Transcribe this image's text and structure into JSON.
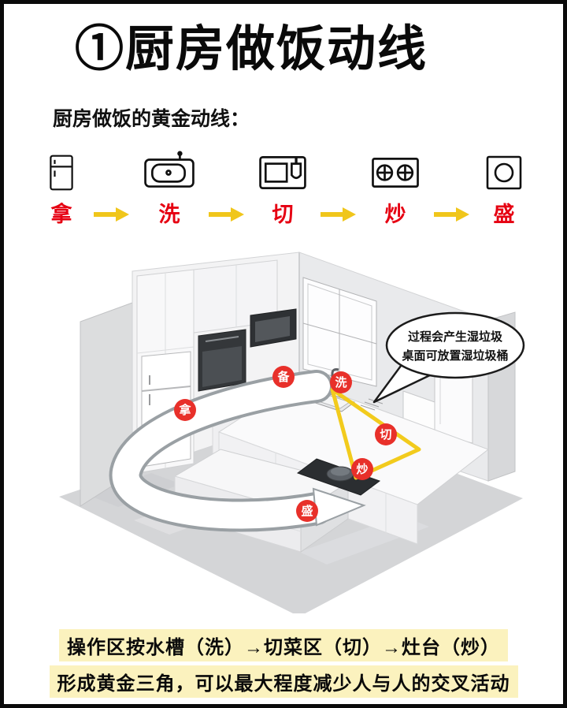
{
  "page": {
    "title": "①厨房做饭动线",
    "subtitle": "厨房做饭的黄金动线："
  },
  "workflow": {
    "steps": [
      {
        "label": "拿",
        "icon": "fridge-icon"
      },
      {
        "label": "洗",
        "icon": "sink-icon"
      },
      {
        "label": "切",
        "icon": "cutting-board-icon"
      },
      {
        "label": "炒",
        "icon": "stove-icon"
      },
      {
        "label": "盛",
        "icon": "plate-icon"
      }
    ],
    "arrow_icon": "right-arrow-icon"
  },
  "diagram": {
    "badges": [
      {
        "text": "拿"
      },
      {
        "text": "备"
      },
      {
        "text": "洗"
      },
      {
        "text": "切"
      },
      {
        "text": "炒"
      },
      {
        "text": "盛"
      }
    ],
    "bubble": {
      "line1": "过程会产生湿垃圾",
      "line2": "桌面可放置湿垃圾桶"
    }
  },
  "footer": {
    "line1": "操作区按水槽（洗）→切菜区（切）→灶台（炒）",
    "line2": "形成黄金三角，可以最大程度减少人与人的交叉活动"
  },
  "colors": {
    "accent_red": "#E60012",
    "badge_red": "#E8302A",
    "arrow_yellow": "#F0C61B",
    "triangle_yellow": "#F2CB1D",
    "highlight_yellow": "#FBF2BE"
  }
}
